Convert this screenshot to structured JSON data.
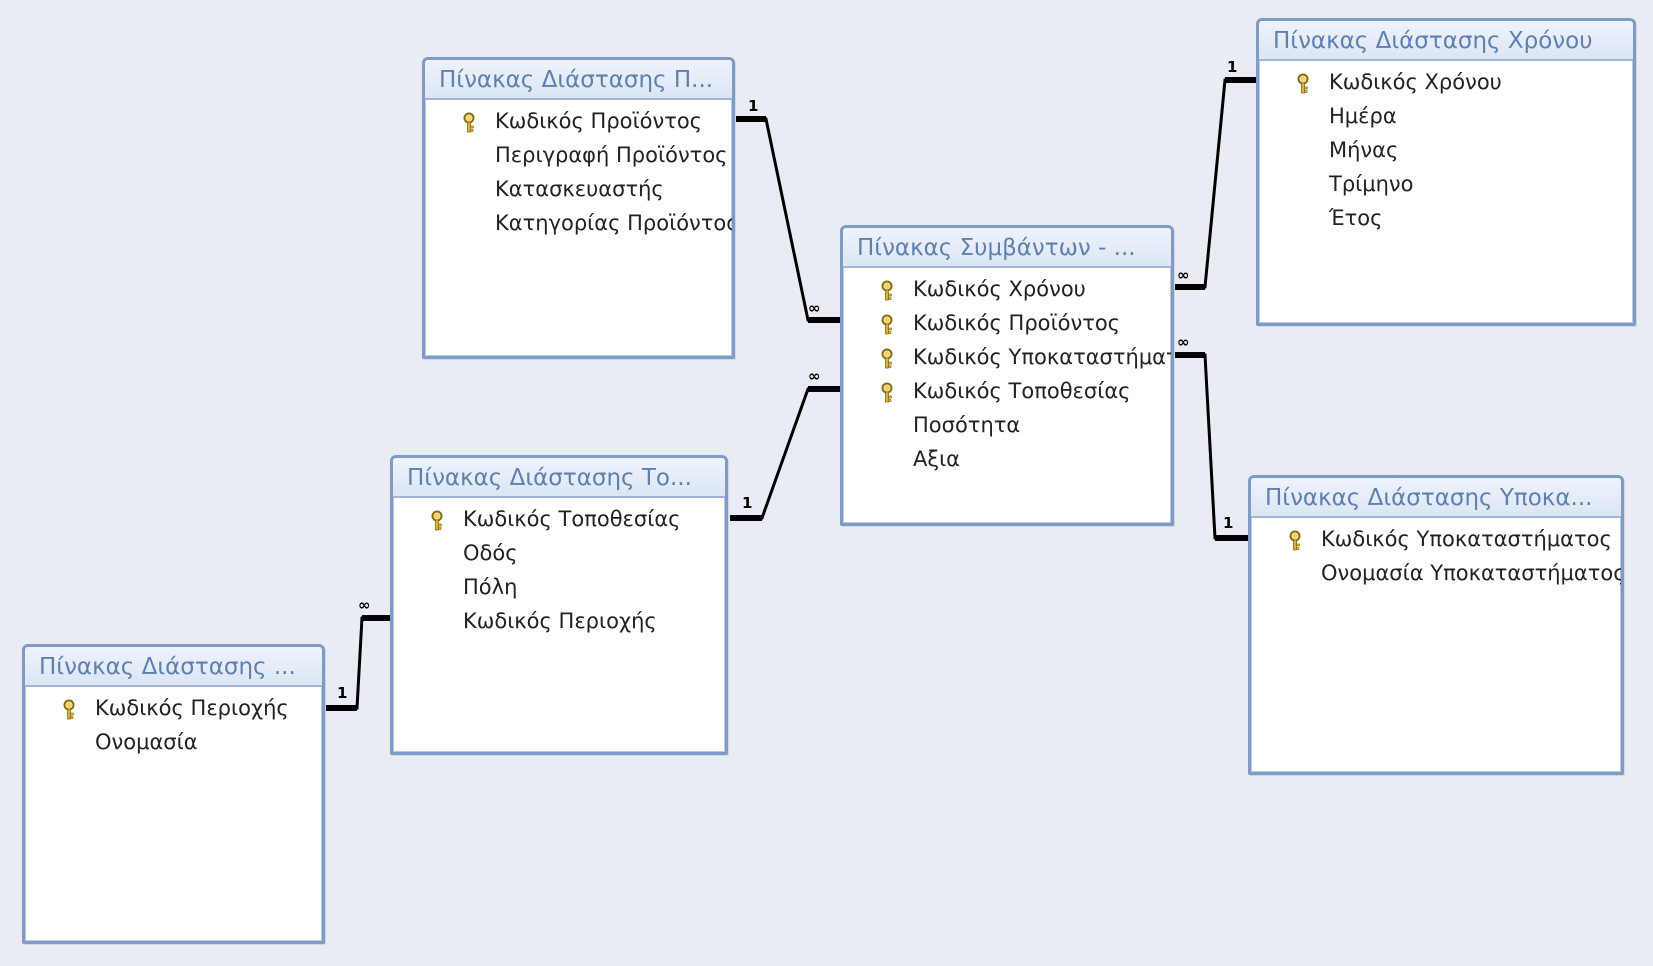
{
  "tables": [
    {
      "id": "product",
      "title": "Πίνακας Διάστασης Π...",
      "fields": [
        {
          "name": "Κωδικός Προϊόντος",
          "key": true
        },
        {
          "name": "Περιγραφή Προϊόντος",
          "key": false
        },
        {
          "name": "Κατασκευαστής",
          "key": false
        },
        {
          "name": "Κατηγορίας Προϊόντος",
          "key": false
        }
      ]
    },
    {
      "id": "time",
      "title": "Πίνακας Διάστασης Χρόνου",
      "fields": [
        {
          "name": "Κωδικός Χρόνου",
          "key": true
        },
        {
          "name": "Ημέρα",
          "key": false
        },
        {
          "name": "Μήνας",
          "key": false
        },
        {
          "name": "Τρίμηνο",
          "key": false
        },
        {
          "name": "Έτος",
          "key": false
        }
      ]
    },
    {
      "id": "facts",
      "title": "Πίνακας Συμβάντων - ...",
      "fields": [
        {
          "name": "Κωδικός Χρόνου",
          "key": true
        },
        {
          "name": "Κωδικός Προϊόντος",
          "key": true
        },
        {
          "name": "Κωδικός Υποκαταστήματος",
          "key": true
        },
        {
          "name": "Κωδικός Τοποθεσίας",
          "key": true
        },
        {
          "name": "Ποσότητα",
          "key": false
        },
        {
          "name": "Αξια",
          "key": false
        }
      ]
    },
    {
      "id": "location",
      "title": "Πίνακας Διάστασης Το...",
      "fields": [
        {
          "name": "Κωδικός Τοποθεσίας",
          "key": true
        },
        {
          "name": "Οδός",
          "key": false
        },
        {
          "name": "Πόλη",
          "key": false
        },
        {
          "name": "Κωδικός Περιοχής",
          "key": false
        }
      ]
    },
    {
      "id": "branch",
      "title": "Πίνακας Διάστασης Υποκα...",
      "fields": [
        {
          "name": "Κωδικός Υποκαταστήματος",
          "key": true
        },
        {
          "name": "Ονομασία Υποκαταστήματος",
          "key": false
        }
      ]
    },
    {
      "id": "region",
      "title": "Πίνακας Διάστασης ...",
      "fields": [
        {
          "name": "Κωδικός Περιοχής",
          "key": true
        },
        {
          "name": "Ονομασία",
          "key": false
        }
      ]
    }
  ],
  "cardinality": {
    "one": "1",
    "many": "∞"
  },
  "colors": {
    "background": "#e9ecf2",
    "table_border": "#7f9bc3",
    "title_text": "#5f7fae",
    "key_icon": "#d8b23a",
    "line": "#000000"
  }
}
